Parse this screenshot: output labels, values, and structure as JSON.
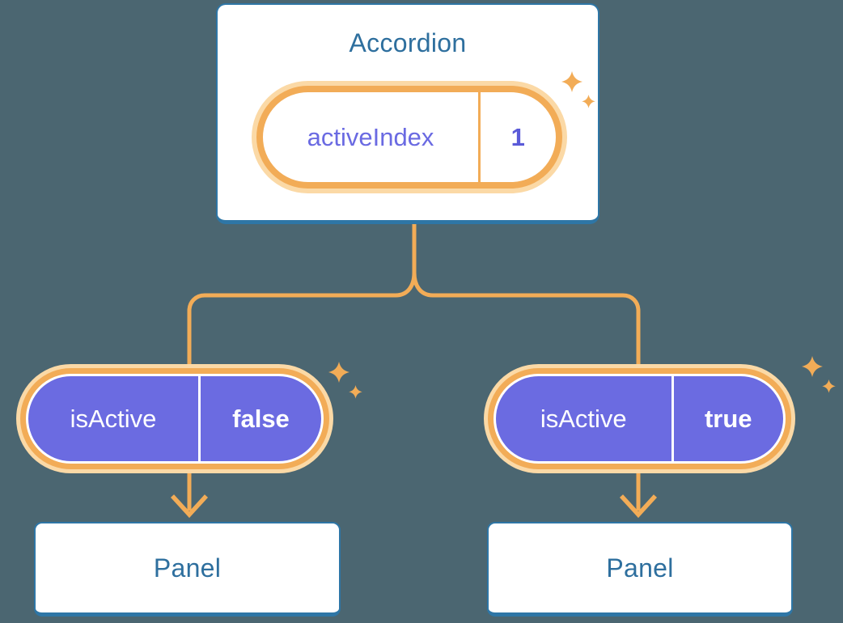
{
  "colors": {
    "background": "#4b6671",
    "box_border": "#2e76a6",
    "box_text": "#2e6f9e",
    "accent_orange": "#f2ac57",
    "orange_glow": "#fbd9a6",
    "pill_purple": "#6b6be1",
    "state_label_text": "#6a6ae2",
    "state_value_text": "#5a5ad8",
    "pill_text": "#ffffff",
    "box_bg": "#ffffff"
  },
  "icons": {
    "sparkle_icon": "✦ four-point star, orange",
    "arrow_down_icon": "orange chevron arrowhead"
  },
  "diagram": {
    "root": {
      "title": "Accordion",
      "state": {
        "label": "activeIndex",
        "value": "1"
      }
    },
    "children": [
      {
        "prop_label": "isActive",
        "prop_value": "false",
        "panel_title": "Panel"
      },
      {
        "prop_label": "isActive",
        "prop_value": "true",
        "panel_title": "Panel"
      }
    ]
  }
}
